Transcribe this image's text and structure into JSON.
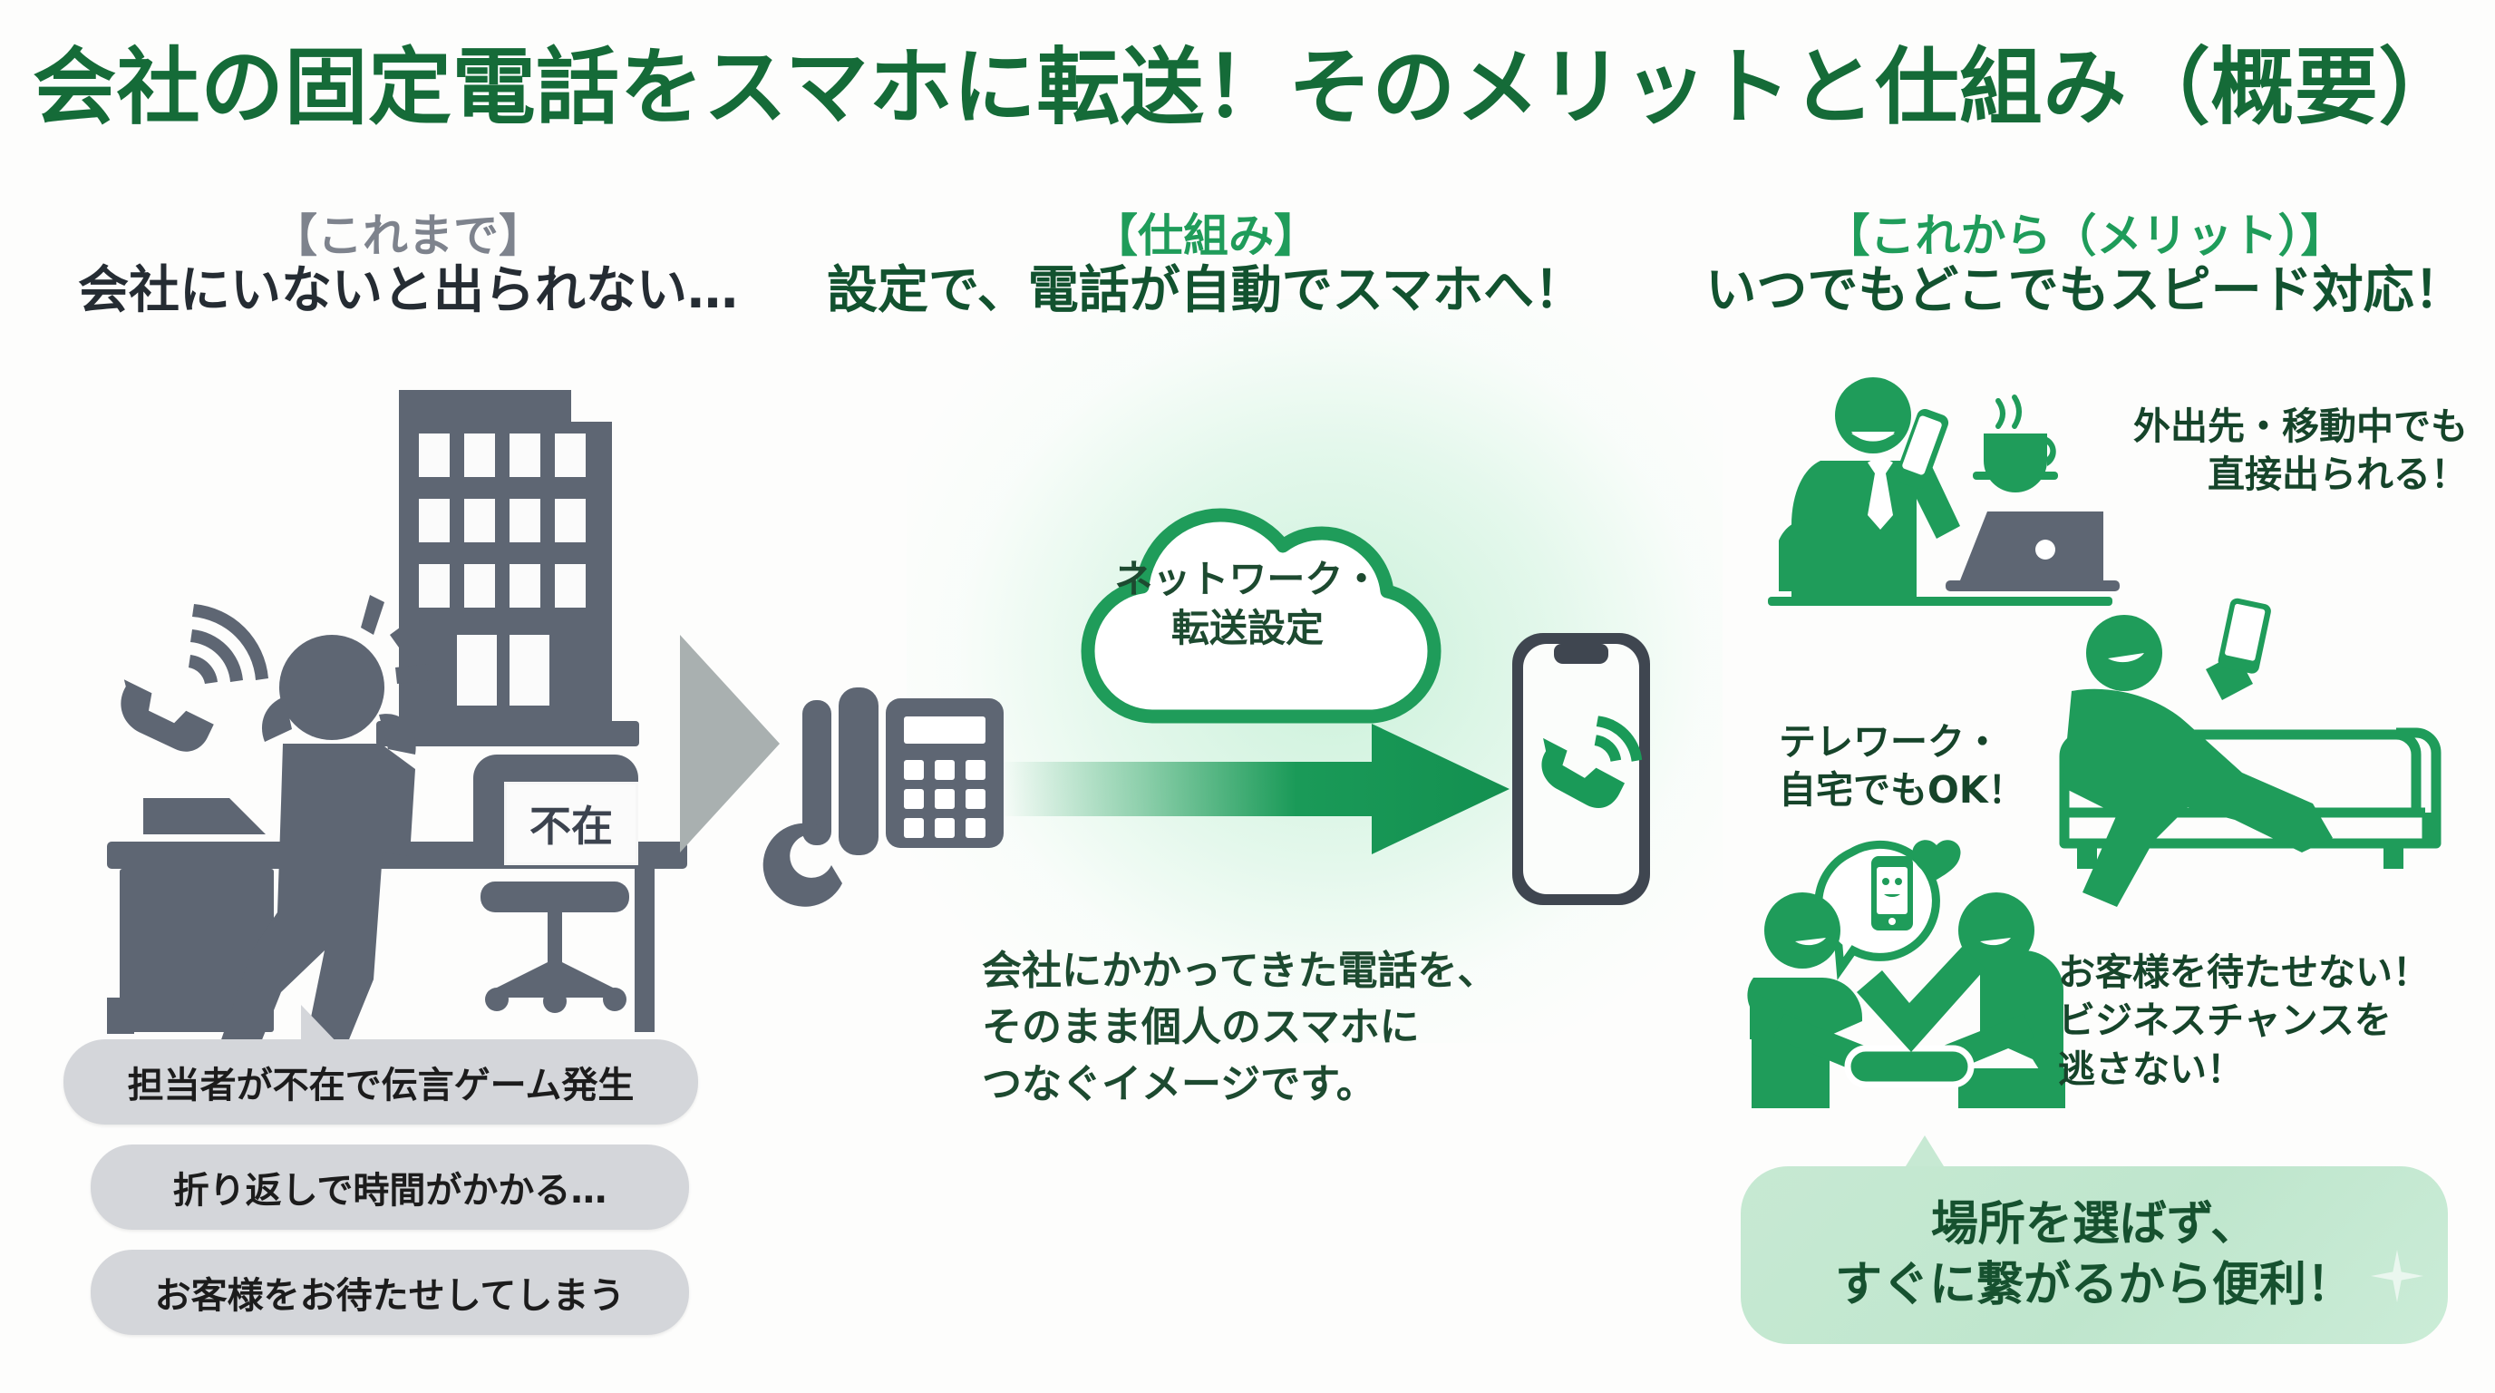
{
  "title": "会社の固定電話をスマホに転送！そのメリットと仕組み（概要）",
  "colors": {
    "brand_green": "#1f9c5a",
    "dark_green": "#12522f",
    "title_green": "#156b38",
    "gray": "#5e6673",
    "pill_gray": "#d4d6da",
    "callout_green": "#c7e9d3"
  },
  "columns": {
    "left": {
      "tag": "【これまで】",
      "subtitle": "会社にいないと出られない…",
      "desk_sign": "不在",
      "problems": [
        "担当者が不在で伝言ゲーム発生",
        "折り返しで時間がかかる…",
        "お客様をお待たせしてしまう"
      ]
    },
    "middle": {
      "tag": "【仕組み】",
      "subtitle": "設定で、電話が自動でスマホへ！",
      "cloud_label_line1": "ネットワーク・",
      "cloud_label_line2": "転送設定",
      "caption_line1": "会社にかかってきた電話を、",
      "caption_line2": "そのまま個人のスマホに",
      "caption_line3": "つなぐイメージです。"
    },
    "right": {
      "tag": "【これから（メリット）】",
      "subtitle": "いつでもどこでもスピード対応！",
      "benefits": [
        {
          "line1": "外出先・移動中でも",
          "line2": "直接出られる！",
          "line3": ""
        },
        {
          "line1": "テレワーク・",
          "line2": "自宅でもOK！",
          "line3": ""
        },
        {
          "line1": "お客様を待たせない！",
          "line2": "ビジネスチャンスを",
          "line3": "逃さない！"
        }
      ],
      "callout_line1": "場所を選ばず、",
      "callout_line2": "すぐに繋がるから便利！"
    }
  },
  "icons": {
    "office_building": "office-building-icon",
    "desk": "desk-icon",
    "office_chair": "office-chair-icon",
    "stressed_person": "stressed-person-icon",
    "ringing_handset": "ringing-handset-icon",
    "gray_arrow": "gray-arrow-icon",
    "desk_phone": "desk-phone-icon",
    "cloud": "cloud-icon",
    "green_arrow": "green-arrow-icon",
    "smartphone": "smartphone-icon",
    "businessman_phone": "businessman-on-phone-icon",
    "coffee_cup": "coffee-cup-icon",
    "laptop": "laptop-icon",
    "person_sofa": "person-on-sofa-icon",
    "handshake": "handshake-icon",
    "check_mark": "check-mark-icon",
    "speech_bubble_phone": "speech-bubble-smartphone-icon"
  }
}
